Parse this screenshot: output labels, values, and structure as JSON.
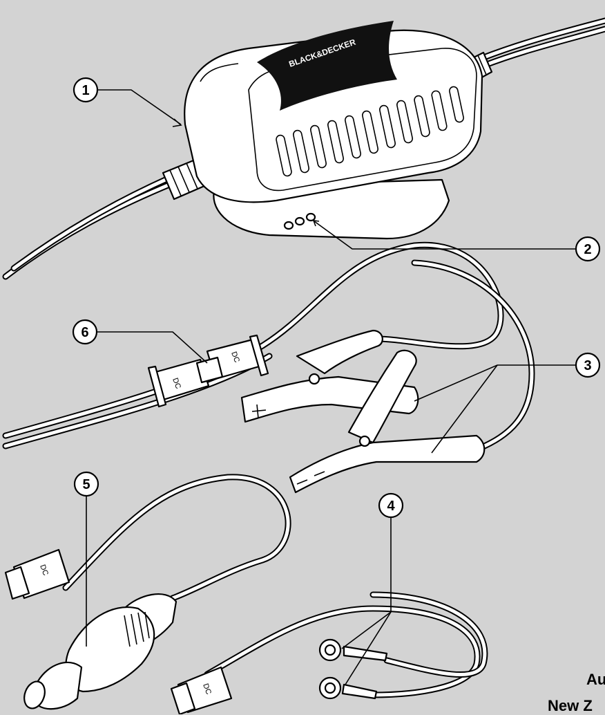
{
  "brand": "BLACK&DECKER",
  "plug_marking": "DC",
  "callouts": [
    "1",
    "2",
    "3",
    "4",
    "5",
    "6"
  ],
  "edge_labels": {
    "australia": "Au",
    "new_zealand": "New Z"
  },
  "colors": {
    "background": "#d3d3d3",
    "line": "#000000",
    "part_fill": "#ffffff",
    "badge": "#111111"
  }
}
